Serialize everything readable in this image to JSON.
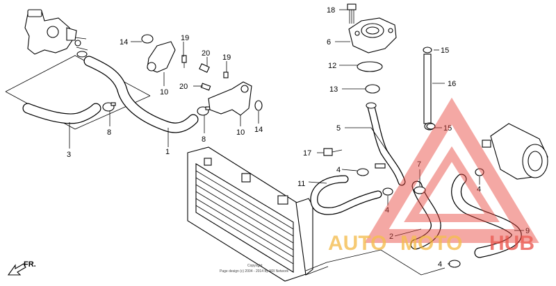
{
  "callouts": {
    "c1": "1",
    "c2": "2",
    "c3": "3",
    "c4a": "4",
    "c4b": "4",
    "c4c": "4",
    "c4d": "4",
    "c5": "5",
    "c6": "6",
    "c7": "7",
    "c8a": "8",
    "c8b": "8",
    "c9": "9",
    "c10a": "10",
    "c10b": "10",
    "c11": "11",
    "c12": "12",
    "c13": "13",
    "c14a": "14",
    "c14b": "14",
    "c15a": "15",
    "c15b": "15",
    "c16": "16",
    "c17": "17",
    "c18": "18",
    "c19a": "19",
    "c19b": "19",
    "c20a": "20",
    "c20b": "20"
  },
  "front_label": "FR.",
  "copyright": {
    "line1": "Copyright",
    "line2": "Page design (c) 2004 - 2014 by ARI Network"
  },
  "watermark": {
    "part1": "AUTO",
    "part2": "MOTO",
    "part3": "HUB",
    "color_primary": "#e8453c",
    "color_secondary": "#f2b233"
  }
}
